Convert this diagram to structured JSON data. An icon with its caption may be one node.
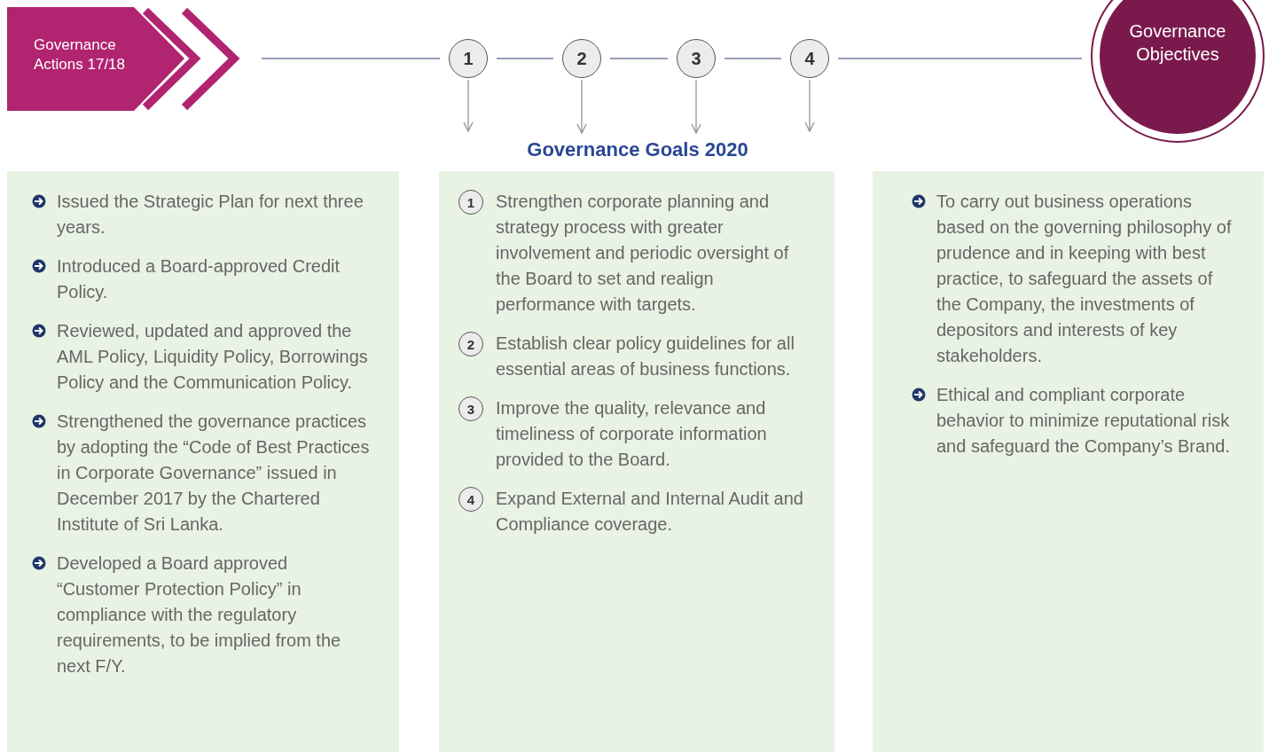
{
  "diagram": {
    "nodes": [
      {
        "text": [
          "Governance Actions 17/18"
        ]
      },
      {
        "text": [
          "1"
        ]
      },
      {
        "text": [
          "2"
        ]
      },
      {
        "text": [
          "3"
        ]
      },
      {
        "text": [
          "4"
        ]
      },
      {
        "text": [
          "Governance Objectives"
        ]
      },
      {
        "text": [
          "Governance Goals 2020"
        ]
      },
      {
        "text": [
          "Issued the Strategic Plan for next three years.",
          "Introduced a Board-approved Credit Policy.",
          "Reviewed, updated and approved the AML Policy, Liquidity Policy, Borrowings Policy and the Communication Policy.",
          "Strengthened the governance practices by adopting the “Code of Best Practices in Corporate Governance” issued in December 2017 by the Chartered Institute of Sri Lanka.",
          "Developed a Board approved “Customer Protection Policy” in compliance with the regulatory requirements, to be implied from the next F/Y."
        ]
      },
      {
        "text": [
          "1",
          "Strengthen corporate planning and strategy process with greater involvement and periodic oversight of the Board to set and realign performance with targets.",
          "2",
          "Establish clear policy guidelines for all essential areas of business functions.",
          "3",
          "Improve the quality, relevance and timeliness of corporate information provided to the Board.",
          "4",
          "Expand External and Internal Audit and Compliance coverage."
        ]
      },
      {
        "text": [
          "To carry out business operations based on the governing philosophy of prudence and in keeping with best practice, to safeguard the assets of the Company, the investments of depositors and interests of key stakeholders.",
          "Ethical and compliant corporate behavior to minimize reputational risk and safeguard the Company’s Brand."
        ]
      }
    ],
    "edges": [
      {
        "from": 0,
        "to": 1,
        "arrow": "none"
      },
      {
        "from": 1,
        "to": 2,
        "arrow": "none"
      },
      {
        "from": 2,
        "to": 3,
        "arrow": "none"
      },
      {
        "from": 3,
        "to": 4,
        "arrow": "none"
      },
      {
        "from": 4,
        "to": 5,
        "arrow": "none"
      },
      {
        "from": 1,
        "to": null,
        "arrow": "to",
        "color": "#8c8c8c"
      },
      {
        "from": 2,
        "to": 6,
        "arrow": "to",
        "color": "#8c8c8c"
      },
      {
        "from": 3,
        "to": 6,
        "arrow": "to",
        "color": "#8c8c8c"
      },
      {
        "from": 4,
        "to": null,
        "arrow": "to",
        "color": "#8c8c8c"
      }
    ]
  }
}
